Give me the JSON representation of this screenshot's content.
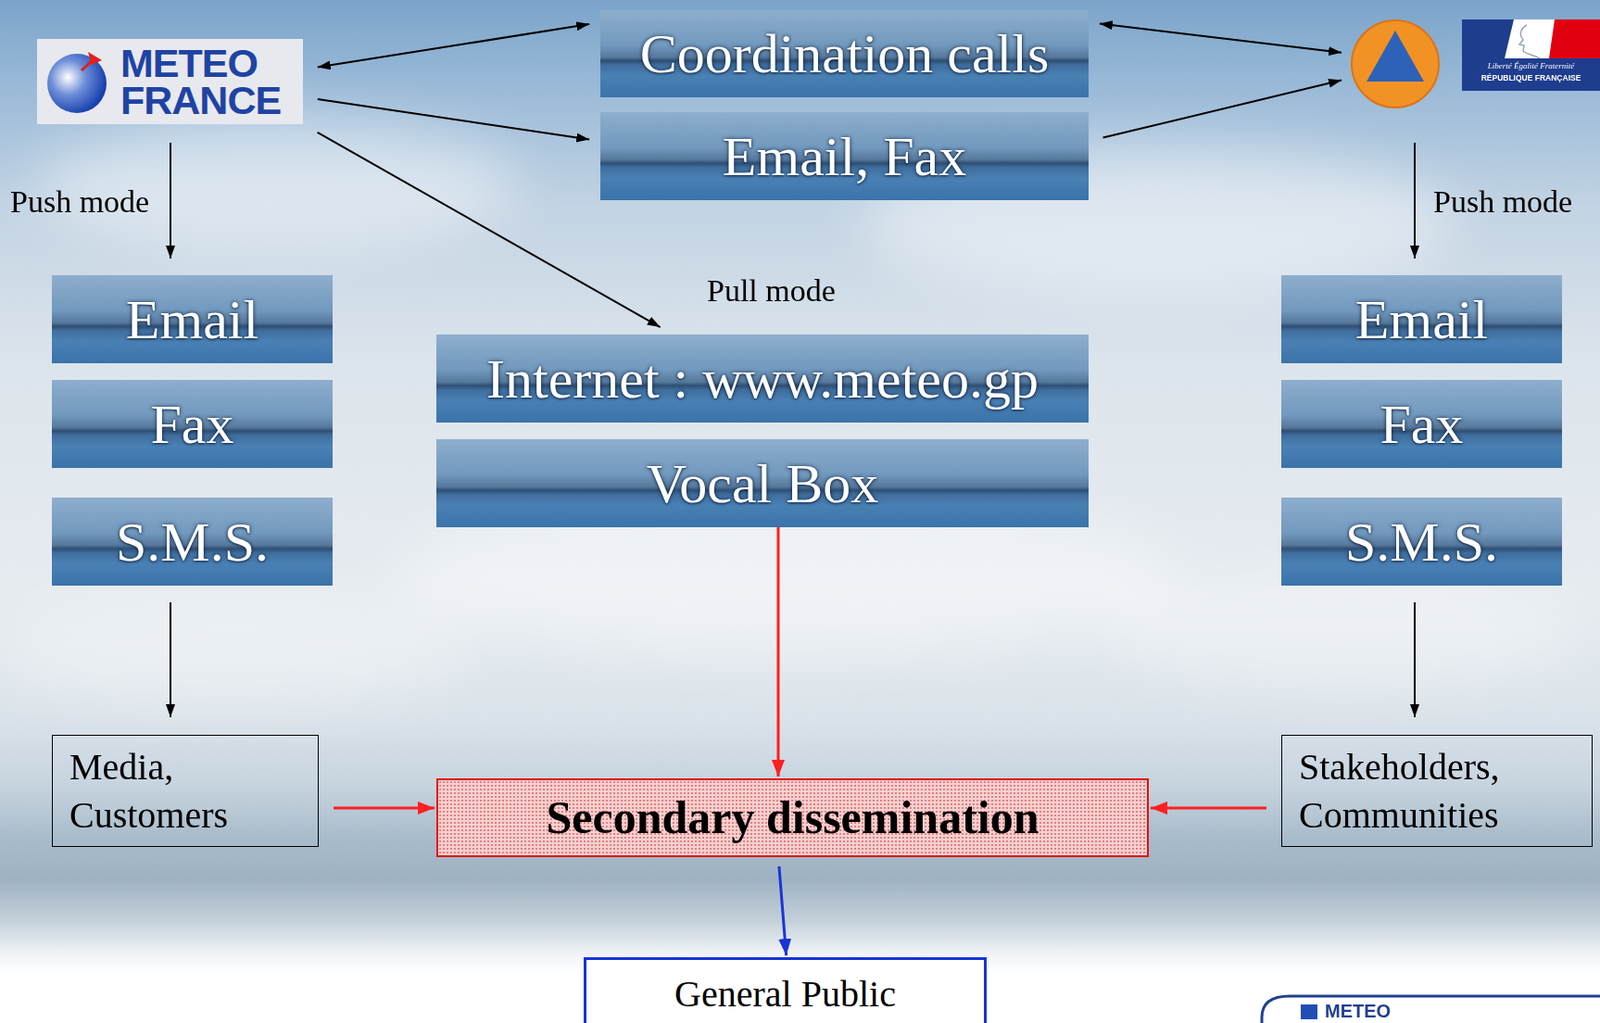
{
  "diagram": {
    "nodes": [
      {
        "text": [
          "METEO FRANCE"
        ]
      },
      {
        "text": [
          "Coordination calls"
        ]
      },
      {
        "text": [
          "Liberté Égalité Fraternité",
          "RÉPUBLIQUE FRANÇAISE"
        ]
      },
      {
        "text": [
          "Email, Fax"
        ]
      },
      {
        "text": [
          "Email"
        ]
      },
      {
        "text": [
          "Internet : www.meteo.gp"
        ]
      },
      {
        "text": [
          "Email"
        ]
      },
      {
        "text": [
          "Fax"
        ]
      },
      {
        "text": [
          "Vocal Box"
        ]
      },
      {
        "text": [
          "Fax"
        ]
      },
      {
        "text": [
          "S.M.S."
        ]
      },
      {
        "text": [
          "S.M.S."
        ]
      },
      {
        "text": [
          "Media, Customers"
        ]
      },
      {
        "text": [
          "Secondary dissemination"
        ]
      },
      {
        "text": [
          "Stakeholders, Communities"
        ]
      },
      {
        "text": [
          "General Public"
        ]
      }
    ],
    "edges": [
      {
        "from": 0,
        "to": 1,
        "arrow": "both"
      },
      {
        "from": 1,
        "to": 2,
        "arrow": "both"
      },
      {
        "from": 0,
        "to": 3,
        "arrow": "to"
      },
      {
        "from": 3,
        "to": 2,
        "arrow": "to"
      },
      {
        "from": 0,
        "to": 4,
        "label": "Push mode",
        "arrow": "to"
      },
      {
        "from": 0,
        "to": 5,
        "label": "Pull mode",
        "arrow": "to"
      },
      {
        "from": 2,
        "to": 6,
        "label": "Push mode",
        "arrow": "to"
      },
      {
        "from": 10,
        "to": 12,
        "arrow": "to"
      },
      {
        "from": 11,
        "to": 14,
        "arrow": "to"
      },
      {
        "from": 8,
        "to": 13,
        "arrow": "to"
      },
      {
        "from": 12,
        "to": 13,
        "arrow": "to"
      },
      {
        "from": 14,
        "to": 13,
        "arrow": "to"
      },
      {
        "from": 13,
        "to": 15,
        "arrow": "to"
      }
    ],
    "labels": [
      "METEO"
    ]
  }
}
